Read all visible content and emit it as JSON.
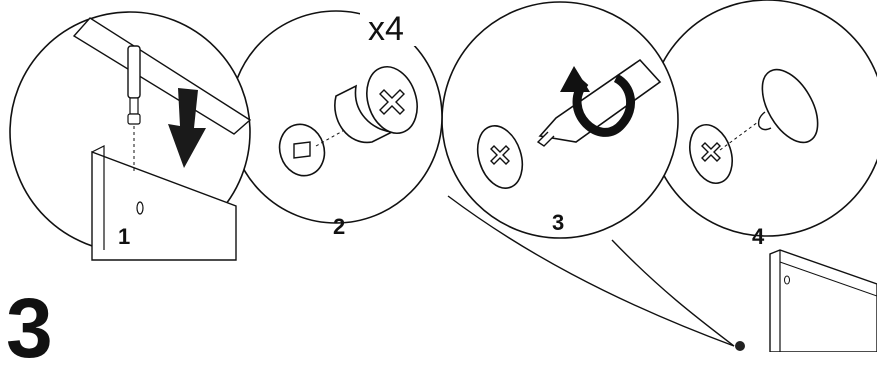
{
  "page": {
    "big_step": "3",
    "quantity": "x4"
  },
  "panels": [
    {
      "label": "1",
      "icon": "insert-cam-bolt-icon"
    },
    {
      "label": "2",
      "icon": "cam-lock-icon"
    },
    {
      "label": "3",
      "icon": "screwdriver-rotate-icon"
    },
    {
      "label": "4",
      "icon": "cover-cap-icon"
    }
  ],
  "colors": {
    "line": "#111111",
    "fill": "#ffffff",
    "dark": "#1a1a1a"
  }
}
